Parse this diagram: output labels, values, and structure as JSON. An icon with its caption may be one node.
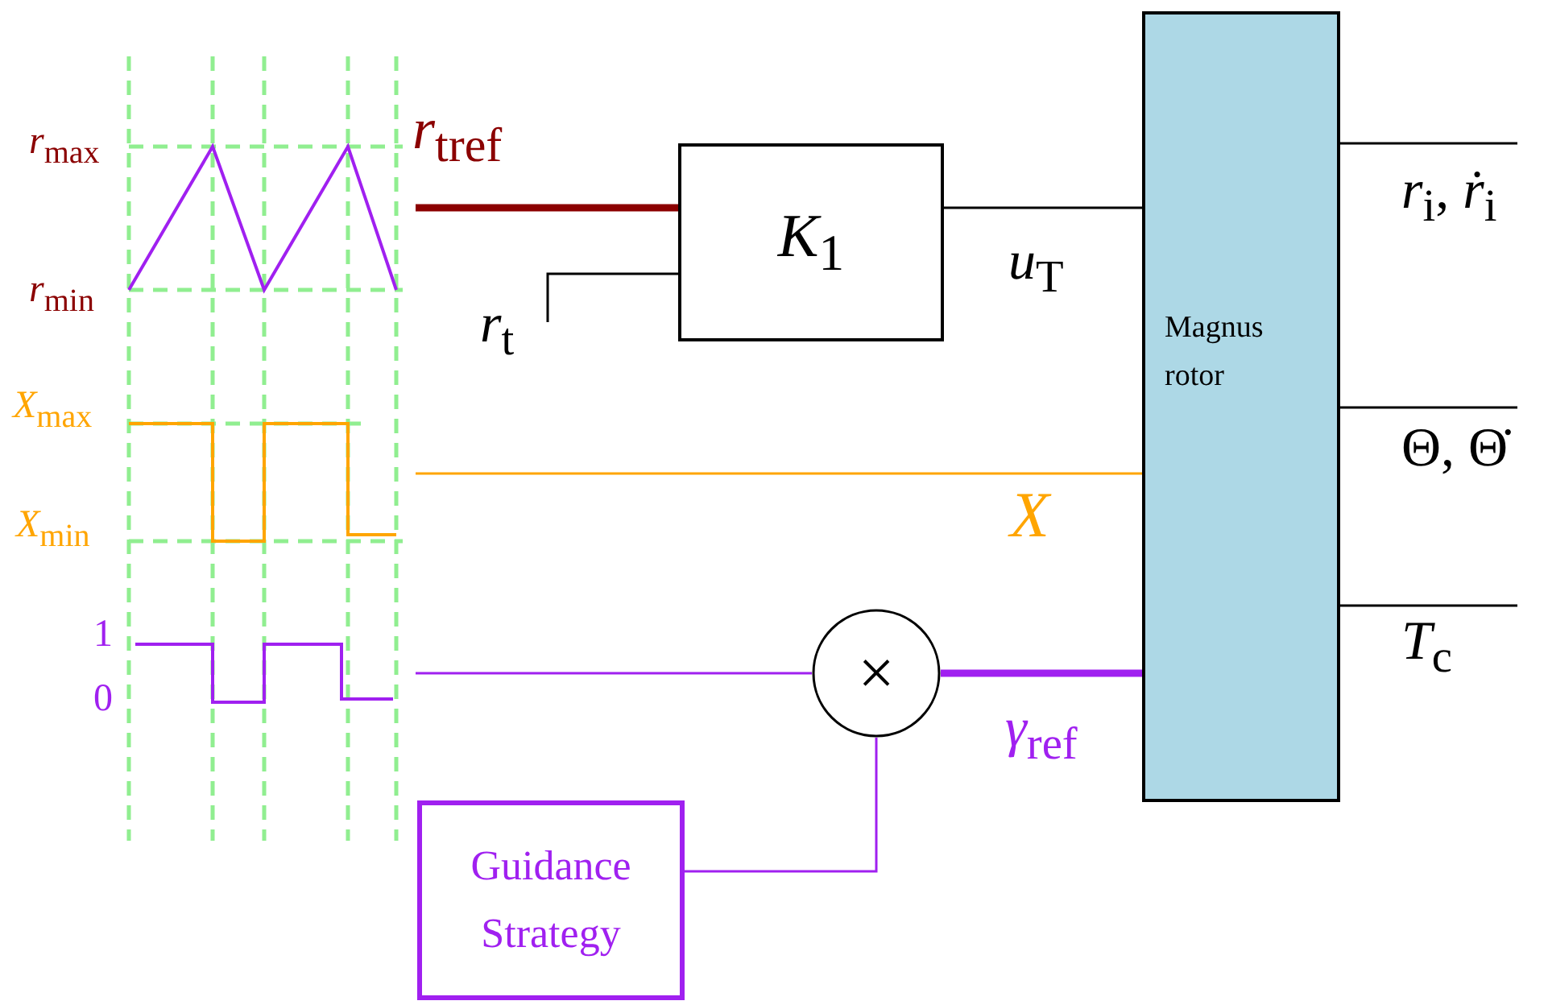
{
  "diagram": {
    "nodes": [
      {
        "text": [
          "*K*$_{1}$"
        ]
      },
      {
        "text": [
          "Magnus rotor"
        ]
      },
      {
        "text": [
          "×"
        ]
      },
      {
        "text": [
          "Guidance Strategy"
        ]
      },
      {
        "text": [],
        "shape": "picture"
      },
      {
        "text": [],
        "shape": "picture"
      },
      {
        "text": [],
        "shape": "picture"
      }
    ],
    "edges": [
      {
        "from": 4,
        "to": 0,
        "arrow": "none",
        "label": "*r*$_{t}$$_{ref}$",
        "style": "thick",
        "color": "#8b0000"
      },
      {
        "from": null,
        "to": 0,
        "arrow": "none",
        "label": "*r*$_{t}$"
      },
      {
        "from": 0,
        "to": 1,
        "arrow": "none",
        "label": "*u*$_{T}$"
      },
      {
        "from": 5,
        "to": 1,
        "arrow": "none",
        "label": "*X*",
        "color": "#ffa500"
      },
      {
        "from": 6,
        "to": 2,
        "arrow": "none",
        "color": "#a020f0"
      },
      {
        "from": 2,
        "to": 1,
        "arrow": "none",
        "label": "*γ*$_{ref}$",
        "style": "thick",
        "color": "#a020f0"
      },
      {
        "from": 3,
        "to": 2,
        "arrow": "none",
        "color": "#a020f0"
      },
      {
        "from": 1,
        "to": null,
        "arrow": "none",
        "label": "*r*$_{i}$, *ṙ*$_{i}$"
      },
      {
        "from": 1,
        "to": null,
        "arrow": "none",
        "label": "Θ, Θ̇"
      },
      {
        "from": 1,
        "to": null,
        "arrow": "none",
        "label": "*T*$_{c}$"
      }
    ],
    "labels": [
      "*r*$_{max}$",
      "*r*$_{min}$",
      "*X*$_{max}$",
      "*X*$_{min}$",
      "1",
      "0"
    ]
  }
}
